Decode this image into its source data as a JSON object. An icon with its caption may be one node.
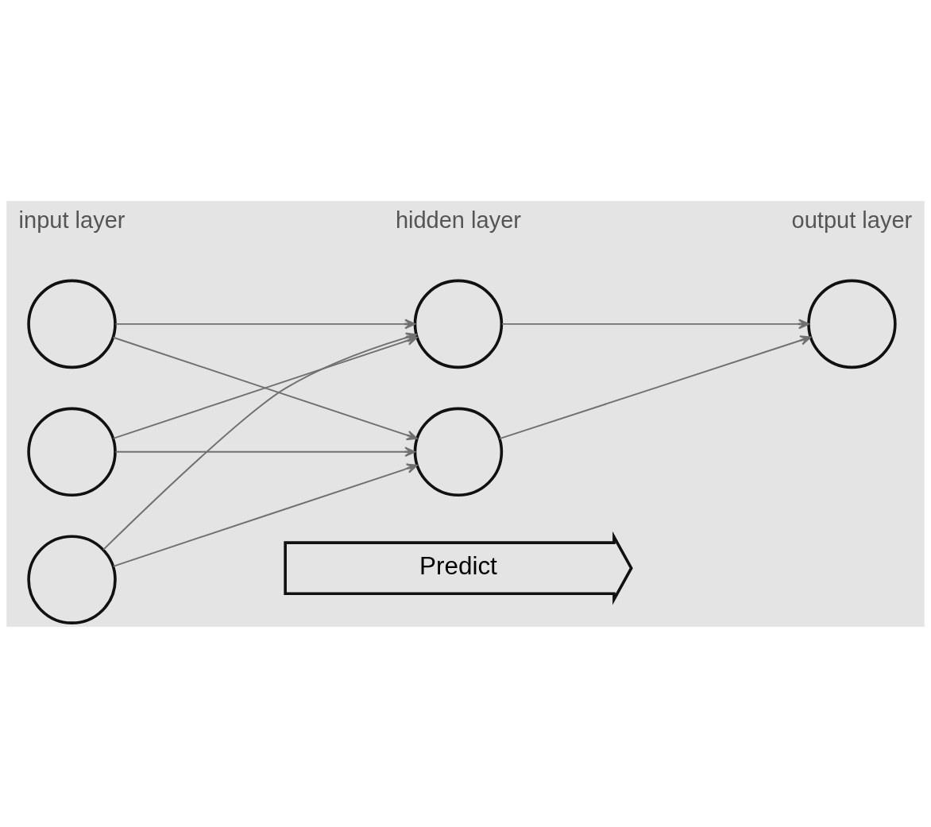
{
  "diagram": {
    "nodes": [
      {
        "text": [],
        "shape": "circle"
      },
      {
        "text": [],
        "shape": "circle"
      },
      {
        "text": [],
        "shape": "circle"
      },
      {
        "text": [],
        "shape": "circle"
      },
      {
        "text": [],
        "shape": "circle"
      },
      {
        "text": [],
        "shape": "circle"
      },
      {
        "text": [
          "Predict"
        ]
      }
    ],
    "edges": [
      {
        "from": 0,
        "to": 3,
        "arrow": "to"
      },
      {
        "from": 0,
        "to": 4,
        "arrow": "to"
      },
      {
        "from": 1,
        "to": 3,
        "arrow": "to"
      },
      {
        "from": 1,
        "to": 4,
        "arrow": "to"
      },
      {
        "from": 2,
        "to": 3,
        "arrow": "to"
      },
      {
        "from": 2,
        "to": 4,
        "arrow": "to"
      },
      {
        "from": 3,
        "to": 5,
        "arrow": "to"
      },
      {
        "from": 4,
        "to": 5,
        "arrow": "to"
      }
    ],
    "labels": [
      "input layer",
      "hidden layer",
      "output layer"
    ]
  }
}
